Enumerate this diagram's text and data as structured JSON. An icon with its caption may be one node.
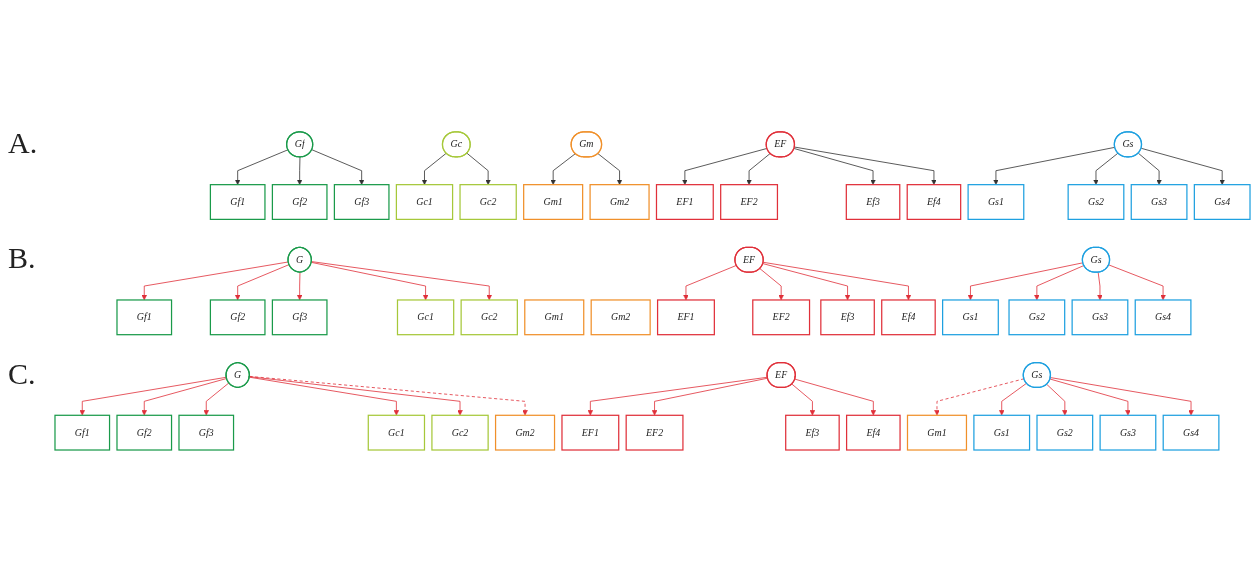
{
  "diagram": {
    "nodes": [
      {
        "text": [
          "Gf"
        ]
      },
      {
        "text": [
          "Gc"
        ]
      },
      {
        "text": [
          "Gm"
        ]
      },
      {
        "text": [
          "EF"
        ]
      },
      {
        "text": [
          "Gs"
        ]
      },
      {
        "text": [
          "Gf1"
        ]
      },
      {
        "text": [
          "Gf2"
        ]
      },
      {
        "text": [
          "Gf3"
        ]
      },
      {
        "text": [
          "Gc1"
        ]
      },
      {
        "text": [
          "Gc2"
        ]
      },
      {
        "text": [
          "Gm1"
        ]
      },
      {
        "text": [
          "Gm2"
        ]
      },
      {
        "text": [
          "EF1"
        ]
      },
      {
        "text": [
          "EF2"
        ]
      },
      {
        "text": [
          "Ef3"
        ]
      },
      {
        "text": [
          "Ef4"
        ]
      },
      {
        "text": [
          "Gs1"
        ]
      },
      {
        "text": [
          "Gs2"
        ]
      },
      {
        "text": [
          "Gs3"
        ]
      },
      {
        "text": [
          "Gs4"
        ]
      },
      {
        "text": [
          "G"
        ]
      },
      {
        "text": [
          "EF"
        ]
      },
      {
        "text": [
          "Gs"
        ]
      },
      {
        "text": [
          "Gf1"
        ]
      },
      {
        "text": [
          "Gf2"
        ]
      },
      {
        "text": [
          "Gf3"
        ]
      },
      {
        "text": [
          "Gc1"
        ]
      },
      {
        "text": [
          "Gc2"
        ]
      },
      {
        "text": [
          "Gm1"
        ]
      },
      {
        "text": [
          "Gm2"
        ]
      },
      {
        "text": [
          "EF1"
        ]
      },
      {
        "text": [
          "EF2"
        ]
      },
      {
        "text": [
          "Ef3"
        ]
      },
      {
        "text": [
          "Ef4"
        ]
      },
      {
        "text": [
          "Gs1"
        ]
      },
      {
        "text": [
          "Gs2"
        ]
      },
      {
        "text": [
          "Gs3"
        ]
      },
      {
        "text": [
          "Gs4"
        ]
      },
      {
        "text": [
          "G"
        ]
      },
      {
        "text": [
          "EF"
        ]
      },
      {
        "text": [
          "Gs"
        ]
      },
      {
        "text": [
          "Gf1"
        ]
      },
      {
        "text": [
          "Gf2"
        ]
      },
      {
        "text": [
          "Gf3"
        ]
      },
      {
        "text": [
          "Gc1"
        ]
      },
      {
        "text": [
          "Gc2"
        ]
      },
      {
        "text": [
          "Gm1"
        ]
      },
      {
        "text": [
          "Gm2"
        ]
      },
      {
        "text": [
          "EF1"
        ]
      },
      {
        "text": [
          "EF2"
        ]
      },
      {
        "text": [
          "Ef3"
        ]
      },
      {
        "text": [
          "Ef4"
        ]
      },
      {
        "text": [
          "Gs1"
        ]
      },
      {
        "text": [
          "Gs2"
        ]
      },
      {
        "text": [
          "Gs3"
        ]
      },
      {
        "text": [
          "Gs4"
        ]
      }
    ],
    "edges": [
      {
        "from": 0,
        "to": 5,
        "arrow": "to",
        "color": "#333333"
      },
      {
        "from": 0,
        "to": 6,
        "arrow": "to",
        "color": "#333333"
      },
      {
        "from": 0,
        "to": 7,
        "arrow": "to",
        "color": "#333333"
      },
      {
        "from": 1,
        "to": 8,
        "arrow": "to",
        "color": "#333333"
      },
      {
        "from": 1,
        "to": 9,
        "arrow": "to",
        "color": "#333333"
      },
      {
        "from": 2,
        "to": 10,
        "arrow": "to",
        "color": "#333333"
      },
      {
        "from": 2,
        "to": 11,
        "arrow": "to",
        "color": "#333333"
      },
      {
        "from": 3,
        "to": 12,
        "arrow": "to",
        "color": "#333333"
      },
      {
        "from": 3,
        "to": 13,
        "arrow": "to",
        "color": "#333333"
      },
      {
        "from": 3,
        "to": 14,
        "arrow": "to",
        "color": "#333333"
      },
      {
        "from": 3,
        "to": 15,
        "arrow": "to",
        "color": "#333333"
      },
      {
        "from": 4,
        "to": 16,
        "arrow": "to",
        "color": "#333333"
      },
      {
        "from": 4,
        "to": 17,
        "arrow": "to",
        "color": "#333333"
      },
      {
        "from": 4,
        "to": 18,
        "arrow": "to",
        "color": "#333333"
      },
      {
        "from": 4,
        "to": 19,
        "arrow": "to",
        "color": "#333333"
      },
      {
        "from": 20,
        "to": 23,
        "arrow": "to"
      },
      {
        "from": 20,
        "to": 24,
        "arrow": "to"
      },
      {
        "from": 20,
        "to": 25,
        "arrow": "to"
      },
      {
        "from": 20,
        "to": 26,
        "arrow": "to"
      },
      {
        "from": 20,
        "to": 27,
        "arrow": "to"
      },
      {
        "from": 21,
        "to": 30,
        "arrow": "to"
      },
      {
        "from": 21,
        "to": 31,
        "arrow": "to"
      },
      {
        "from": 21,
        "to": 32,
        "arrow": "to"
      },
      {
        "from": 21,
        "to": 33,
        "arrow": "to"
      },
      {
        "from": 22,
        "to": 34,
        "arrow": "to"
      },
      {
        "from": 22,
        "to": 35,
        "arrow": "to"
      },
      {
        "from": 22,
        "to": 36,
        "arrow": "to"
      },
      {
        "from": 22,
        "to": 37,
        "arrow": "to"
      },
      {
        "from": 38,
        "to": 41,
        "arrow": "to"
      },
      {
        "from": 38,
        "to": 42,
        "arrow": "to"
      },
      {
        "from": 38,
        "to": 43,
        "arrow": "to"
      },
      {
        "from": 38,
        "to": 44,
        "arrow": "to"
      },
      {
        "from": 38,
        "to": 45,
        "arrow": "to"
      },
      {
        "from": 38,
        "to": 47,
        "arrow": "to",
        "style": "dashed"
      },
      {
        "from": 39,
        "to": 48,
        "arrow": "to"
      },
      {
        "from": 39,
        "to": 49,
        "arrow": "to"
      },
      {
        "from": 39,
        "to": 50,
        "arrow": "to"
      },
      {
        "from": 39,
        "to": 51,
        "arrow": "to"
      },
      {
        "from": 40,
        "to": 46,
        "arrow": "to",
        "style": "dashed"
      },
      {
        "from": 40,
        "to": 52,
        "arrow": "to"
      },
      {
        "from": 40,
        "to": 53,
        "arrow": "to"
      },
      {
        "from": 40,
        "to": 54,
        "arrow": "to"
      },
      {
        "from": 40,
        "to": 55,
        "arrow": "to"
      }
    ],
    "labels": [
      "A.",
      "B.",
      "C."
    ]
  }
}
